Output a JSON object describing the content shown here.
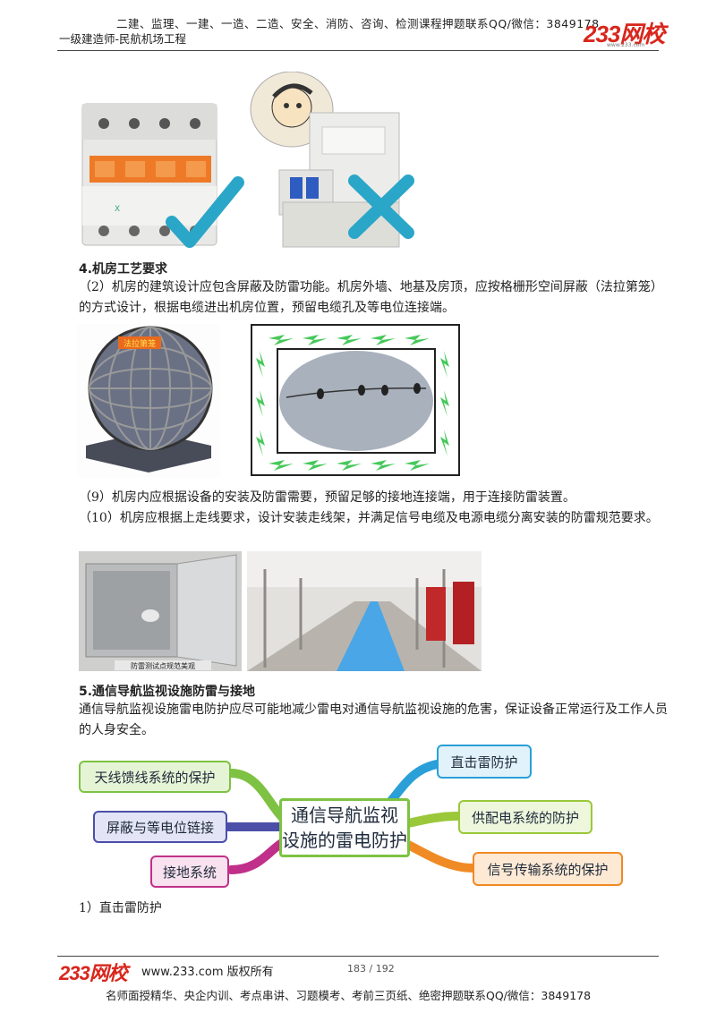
{
  "header": {
    "courses_line": "二建、监理、一建、一造、二造、安全、消防、咨询、检测课程押题联系QQ/微信：3849178",
    "doc_title": "一级建造师-民航机场工程",
    "logo_text": "233网校",
    "logo_sub": "www.233.com"
  },
  "section4": {
    "heading": "4.机房工艺要求",
    "p2": "（2）机房的建筑设计应包含屏蔽及防雷功能。机房外墙、地基及房顶，应按格栅形空间屏蔽（法拉第笼）的方式设计，根据电缆进出机房位置，预留电缆孔及等电位连接端。",
    "cage_label": "法拉第笼",
    "p9": "（9）机房内应根据设备的安装及防雷需要，预留足够的接地连接端，用于连接防雷装置。",
    "p10": "（10）机房应根据上走线要求，设计安装走线架，并满足信号电缆及电源电缆分离安装的防雷规范要求。",
    "cabinet_caption": "防雷测试点规范美观"
  },
  "section5": {
    "heading": "5.通信导航监视设施防雷与接地",
    "p": "通信导航监视设施雷电防护应尽可能地减少雷电对通信导航监视设施的危害，保证设备正常运行及工作人员的人身安全。",
    "sub1": "1）直击雷防护"
  },
  "mindmap": {
    "center_line1": "通信导航监视",
    "center_line2": "设施的雷电防护",
    "left": [
      "天线馈线系统的保护",
      "屏蔽与等电位链接",
      "接地系统"
    ],
    "right": [
      "直击雷防护",
      "供配电系统的防护",
      "信号传输系统的保护"
    ],
    "colors": {
      "center": "#7dc242",
      "left_0": "#7dc242",
      "left_1": "#4b4fa8",
      "left_2": "#c0308a",
      "right_0": "#2a9fd8",
      "right_1": "#9ac83a",
      "right_2": "#f08a24"
    }
  },
  "footer": {
    "logo_text": "233网校",
    "site": "www.233.com 版权所有",
    "page": "183 / 192",
    "bottom_line": "名师面授精华、央企内训、考点串讲、习题模考、考前三页纸、绝密押题联系QQ/微信：3849178"
  }
}
